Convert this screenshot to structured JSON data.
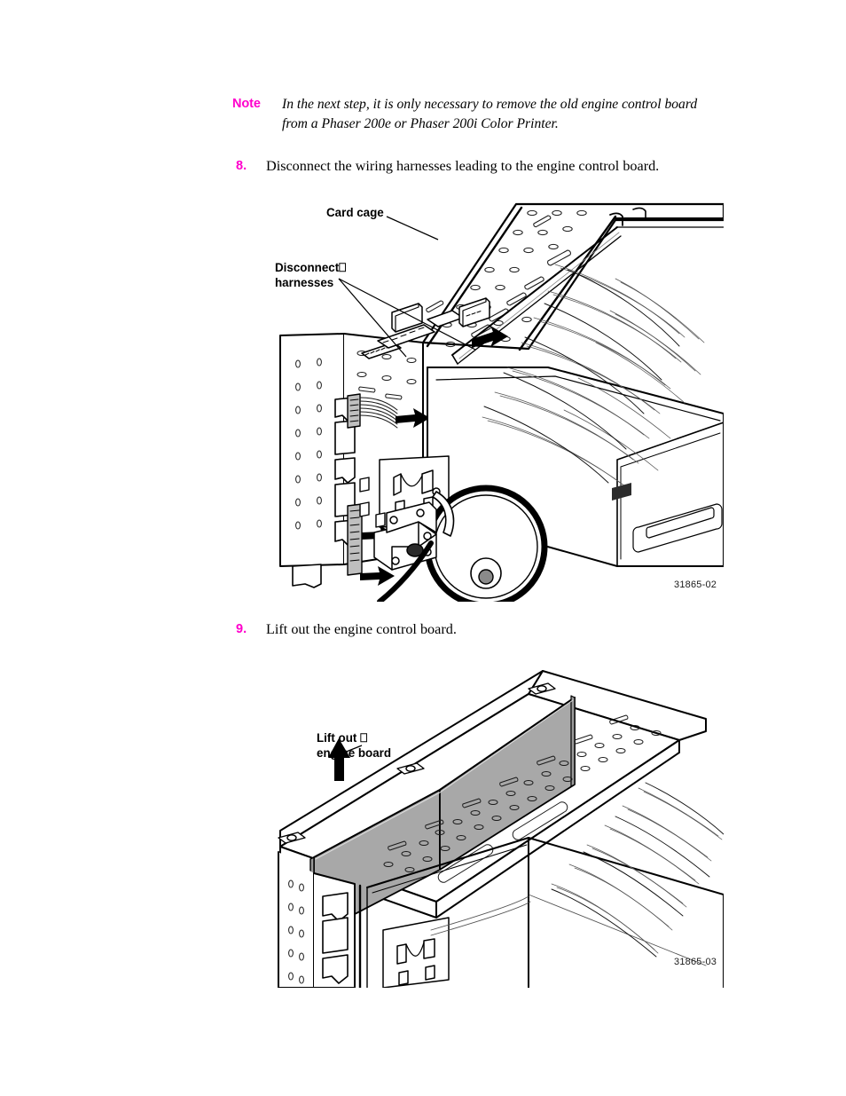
{
  "document": {
    "type": "service-manual-procedure-page",
    "page_background": "#ffffff",
    "accent_color": "#ff00cc",
    "text_color": "#000000"
  },
  "note": {
    "label": "Note",
    "body": "In the next step, it is only necessary to remove the old engine control board from a Phaser 200e or Phaser 200i Color Printer."
  },
  "steps": [
    {
      "number": "8.",
      "text": "Disconnect the wiring harnesses leading to the engine control board."
    },
    {
      "number": "9.",
      "text": "Lift out the engine control board."
    }
  ],
  "figures": [
    {
      "id": "31865-02",
      "description": "Isometric line drawing of printer card cage with wiring harnesses and disconnect arrows",
      "callouts": [
        {
          "name": "card-cage",
          "text": "Card cage"
        },
        {
          "name": "disconnect-harnesses",
          "text": "Disconnect⎕\nharnesses"
        }
      ],
      "board_fill": "#a8a8a8"
    },
    {
      "id": "31865-03",
      "description": "Isometric line drawing of engine control board being lifted out of the card cage",
      "callouts": [
        {
          "name": "lift-out-engine-board",
          "text": "Lift out ⎕\nengine board"
        }
      ],
      "board_fill": "#a8a8a8"
    }
  ]
}
